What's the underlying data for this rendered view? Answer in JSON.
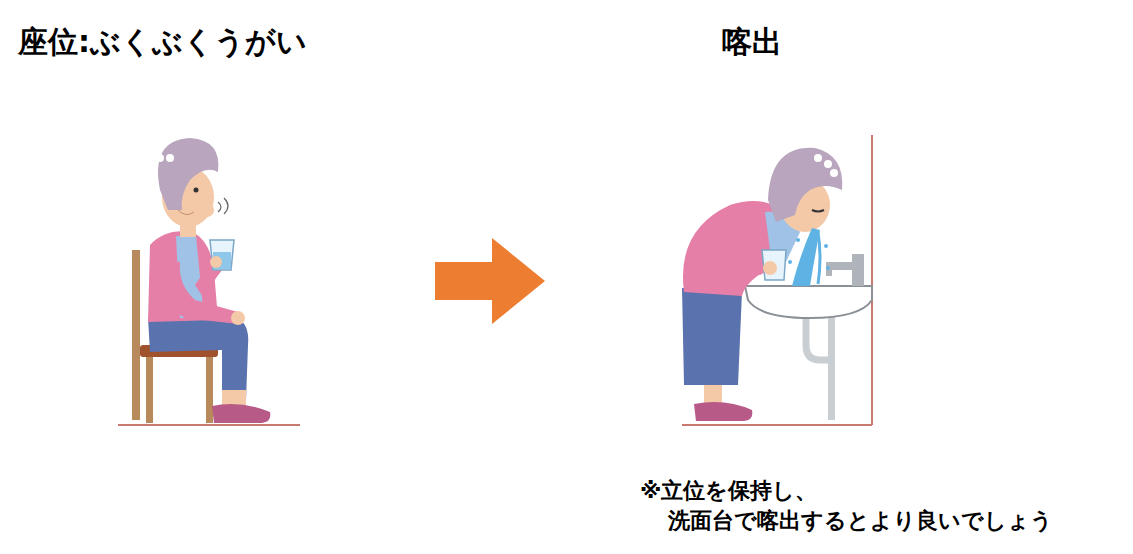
{
  "diagram": {
    "labels": [
      "座位:ぶくぶくうがい",
      "喀出",
      "※立位を保持し、 洗面台で喀出するとより良いでしょう"
    ]
  }
}
